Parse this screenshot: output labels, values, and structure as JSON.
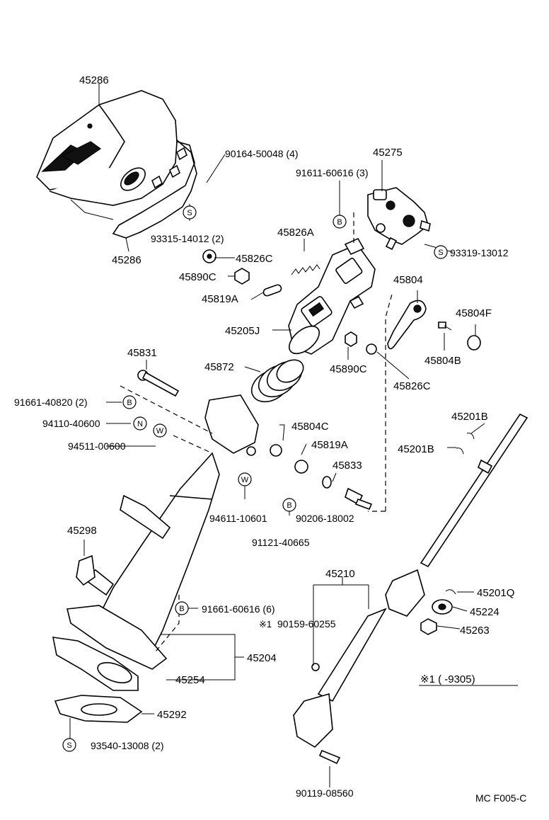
{
  "labels": {
    "p45286a": "45286",
    "p45286b": "45286",
    "p90164": "90164-50048 (4)",
    "p93315": "93315-14012 (2)",
    "p45275": "45275",
    "p91611": "91611-60616 (3)",
    "p45826A": "45826A",
    "p45826C_1": "45826C",
    "p45890C_1": "45890C",
    "p93319": "93319-13012",
    "p45804": "45804",
    "p45804F": "45804F",
    "p45819A_1": "45819A",
    "p45205J": "45205J",
    "p45804B": "45804B",
    "p45890C_2": "45890C",
    "p45826C_2": "45826C",
    "p45831": "45831",
    "p45872": "45872",
    "p91661a": "91661-40820 (2)",
    "p94110": "94110-40600",
    "p94511": "94511-00600",
    "p45804C": "45804C",
    "p45819A_2": "45819A",
    "p45201B_1": "45201B",
    "p45201B_2": "45201B",
    "p45833": "45833",
    "p94611": "94611-10601",
    "p90206": "90206-18002",
    "p91121": "91121-40665",
    "p45298": "45298",
    "p45210": "45210",
    "p45201Q": "45201Q",
    "p91661b": "91661-60616 (6)",
    "p90159": "90159-60255",
    "p45224": "45224",
    "p45263": "45263",
    "p45204": "45204",
    "p45254": "45254",
    "p45292": "45292",
    "p93540": "93540-13008 (2)",
    "p90119": "90119-08560",
    "note_mark": "※1",
    "note_range": "※1 (       -9305)",
    "footer_code": "MC F005-C"
  },
  "symbols": {
    "S": "S",
    "B": "B",
    "N": "N",
    "W": "W"
  }
}
